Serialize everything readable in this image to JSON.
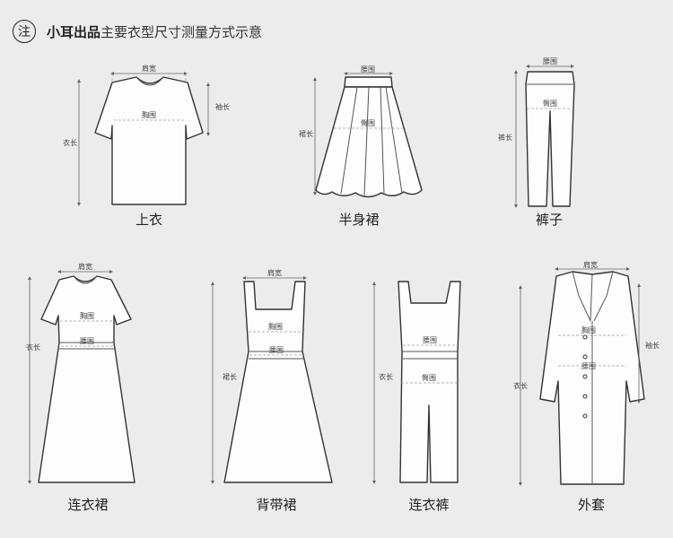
{
  "header": {
    "note_icon": "注",
    "brand": "小耳出品",
    "title": "主要衣型尺寸测量方式示意"
  },
  "garments": {
    "top": {
      "caption": "上衣",
      "shoulder": "肩宽",
      "chest": "胸围",
      "length": "衣长",
      "sleeve": "袖长"
    },
    "skirt": {
      "caption": "半身裙",
      "waist": "腰围",
      "hip": "臀围",
      "length": "裙长"
    },
    "pants": {
      "caption": "裤子",
      "waist": "腰围",
      "hip": "臀围",
      "length": "裤长"
    },
    "dress": {
      "caption": "连衣裙",
      "shoulder": "肩宽",
      "chest": "胸围",
      "waist": "腰围",
      "length": "衣长"
    },
    "strap_dress": {
      "caption": "背带裙",
      "shoulder": "肩宽",
      "chest": "胸围",
      "waist": "腰围",
      "length": "裙长"
    },
    "jumpsuit": {
      "caption": "连衣裤",
      "waist": "腰围",
      "hip": "臀围",
      "length": "衣长"
    },
    "coat": {
      "caption": "外套",
      "shoulder": "肩宽",
      "chest": "胸围",
      "waist": "腰围",
      "length": "衣长",
      "sleeve": "袖长"
    }
  }
}
